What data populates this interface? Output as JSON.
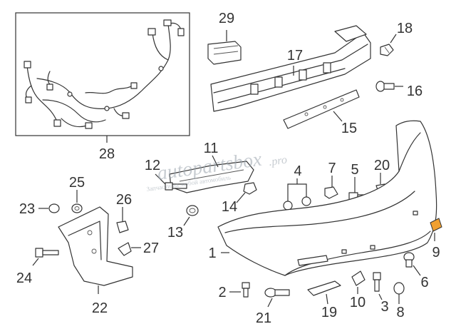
{
  "callouts": {
    "c1": "1",
    "c2": "2",
    "c3": "3",
    "c4": "4",
    "c5": "5",
    "c6": "6",
    "c7": "7",
    "c8": "8",
    "c9": "9",
    "c10": "10",
    "c11": "11",
    "c12": "12",
    "c13": "13",
    "c14": "14",
    "c15": "15",
    "c16": "16",
    "c17": "17",
    "c18": "18",
    "c19": "19",
    "c20": "20",
    "c21": "21",
    "c22": "22",
    "c23": "23",
    "c24": "24",
    "c25": "25",
    "c26": "26",
    "c27": "27",
    "c28": "28",
    "c29": "29"
  },
  "watermark": {
    "brand": "autopartsbox",
    "domain": ".pro",
    "subtitle": "Запчасти на любой автомобиль"
  },
  "colors": {
    "line": "#333333",
    "highlight": "#f0a030",
    "watermark": "#9aa4ad"
  }
}
